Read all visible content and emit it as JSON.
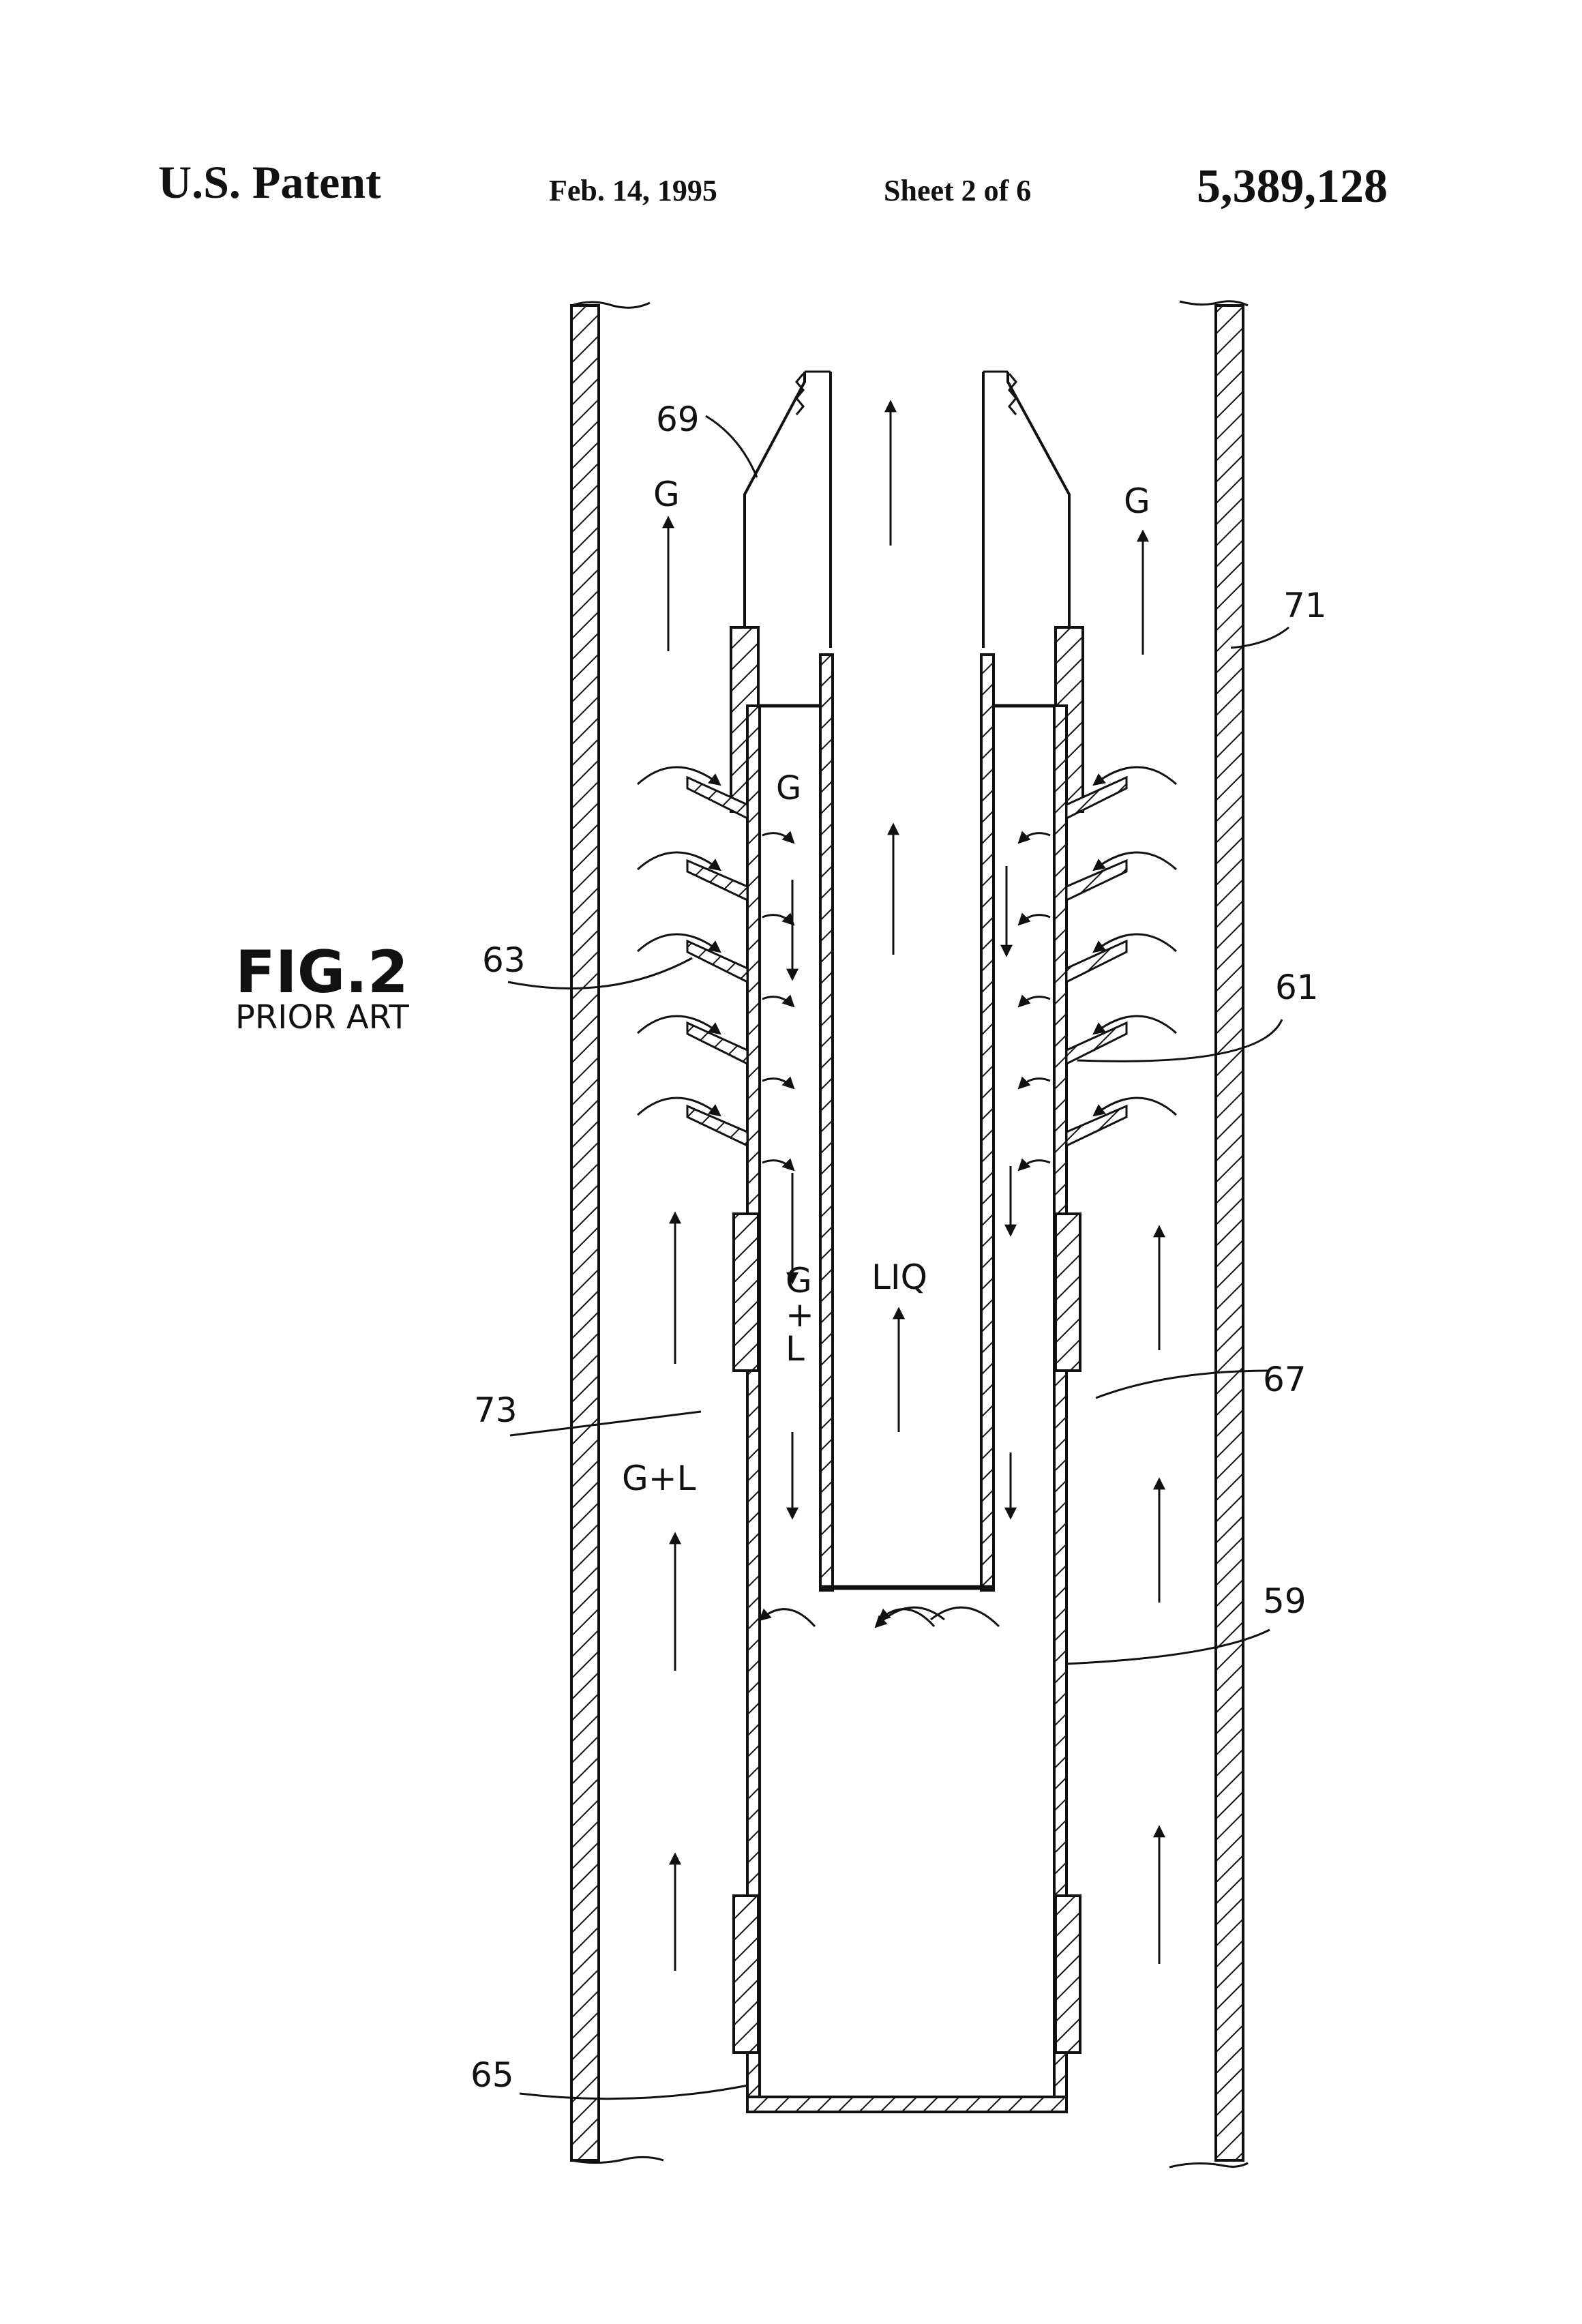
{
  "header": {
    "left": "U.S. Patent",
    "date": "Feb. 14, 1995",
    "sheet": "Sheet 2 of 6",
    "number": "5,389,128"
  },
  "figure": {
    "title": "FIG.2",
    "subtitle": "PRIOR ART"
  },
  "refs": {
    "r69": "69",
    "r71": "71",
    "r63": "63",
    "r61": "61",
    "r67": "67",
    "r73": "73",
    "r59": "59",
    "r65": "65"
  },
  "flow_labels": {
    "g_left_top": "G",
    "g_right_top": "G",
    "g_inner": "G",
    "g_plus_l_stack_g": "G",
    "g_plus_l_stack_plus": "+",
    "g_plus_l_stack_l": "L",
    "liq": "LIQ",
    "g_plus_l_annulus": "G+L"
  }
}
